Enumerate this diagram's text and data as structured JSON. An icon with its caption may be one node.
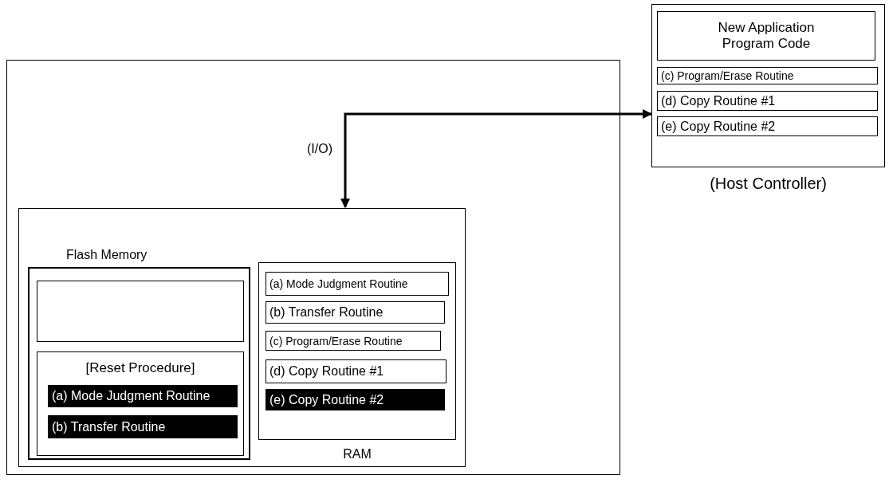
{
  "diagram": {
    "nodes": [
      {
        "text": [
          "(Host Controller)"
        ]
      },
      {
        "text": [
          "New Application Program Code"
        ],
        "in": 0
      },
      {
        "text": [
          "(c) Program/Erase Routine"
        ],
        "in": 0
      },
      {
        "text": [
          "(d) Copy Routine #1"
        ],
        "in": 0
      },
      {
        "text": [
          "(e) Copy Routine #2"
        ],
        "in": 0
      },
      {
        "text": [],
        "shape": "box"
      },
      {
        "text": [],
        "shape": "box",
        "in": 5
      },
      {
        "text": [
          "Flash Memory"
        ],
        "in": 6
      },
      {
        "text": [],
        "shape": "box",
        "in": 7
      },
      {
        "text": [
          "[Reset Procedure]"
        ],
        "in": 7
      },
      {
        "text": [
          "(a) Mode Judgment Routine"
        ],
        "in": 9
      },
      {
        "text": [
          "(b) Transfer Routine"
        ],
        "in": 9
      },
      {
        "text": [
          "RAM"
        ],
        "in": 6
      },
      {
        "text": [
          "(a) Mode Judgment Routine"
        ],
        "in": 12
      },
      {
        "text": [
          "(b) Transfer Routine"
        ],
        "in": 12
      },
      {
        "text": [
          "(c) Program/Erase Routine"
        ],
        "in": 12
      },
      {
        "text": [
          "(d) Copy Routine #1"
        ],
        "in": 12
      },
      {
        "text": [
          "(e) Copy Routine #2"
        ],
        "in": 12
      }
    ],
    "edges": [
      {
        "from": 0,
        "to": 6,
        "arrow": "both",
        "label": "(I/O)"
      }
    ]
  }
}
